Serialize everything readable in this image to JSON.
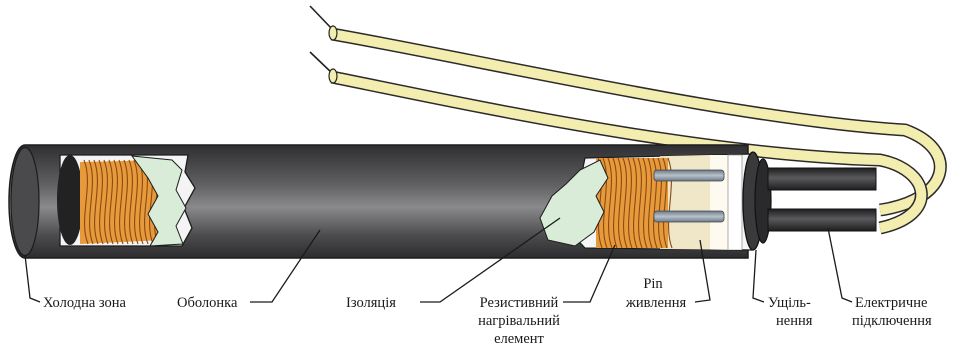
{
  "labels": {
    "cold_zone": "Холодна зона",
    "sheath": "Оболонка",
    "insulation": "Ізоляція",
    "resistive_line1": "Резистивний",
    "resistive_line2": "нагрівальний",
    "resistive_line3": "елемент",
    "pin_line1": "Pin",
    "pin_line2": "живлення",
    "seal_line1": "Ущіль-",
    "seal_line2": "нення",
    "electrical_line1": "Електричне",
    "electrical_line2": "підключення"
  },
  "colors": {
    "sheath_dark": "#3e3e40",
    "sheath_light": "#8a8a8c",
    "coil": "#e79a3c",
    "coil_line": "#8a4a10",
    "insulation": "#d8ecd8",
    "ceramic": "#f0e6c8",
    "wire": "#f3eeb0",
    "pin_grey": "#8e9aa6"
  }
}
